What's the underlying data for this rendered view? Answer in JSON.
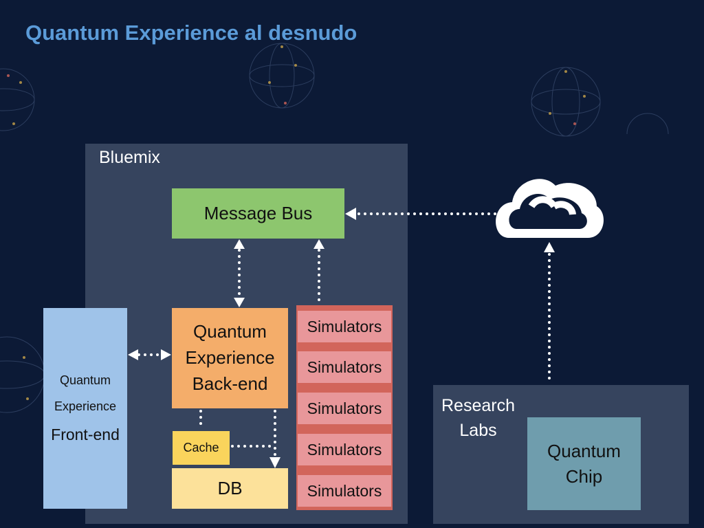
{
  "title": "Quantum Experience al desnudo",
  "bluemix": {
    "label": "Bluemix"
  },
  "message_bus": {
    "label": "Message Bus"
  },
  "backend": {
    "line1": "Quantum",
    "line2": "Experience",
    "line3": "Back-end"
  },
  "frontend": {
    "line1": "Quantum",
    "line2": "Experience",
    "line3": "Front-end"
  },
  "cache": {
    "label": "Cache"
  },
  "db": {
    "label": "DB"
  },
  "simulators": [
    "Simulators",
    "Simulators",
    "Simulators",
    "Simulators",
    "Simulators"
  ],
  "research_labs": {
    "line1": "Research",
    "line2": "Labs"
  },
  "quantum_chip": {
    "line1": "Quantum",
    "line2": "Chip"
  },
  "icons": {
    "cloud": "cloud-icon"
  },
  "colors": {
    "background": "#0c1a36",
    "title": "#5b9bd8",
    "panel": "#36445e",
    "message_bus": "#8dc66e",
    "backend": "#f4ad6a",
    "frontend": "#9fc3e9",
    "cache": "#fad45c",
    "db": "#fce19a",
    "simulators": "#e8979a",
    "quantum_chip": "#6f9dad"
  }
}
